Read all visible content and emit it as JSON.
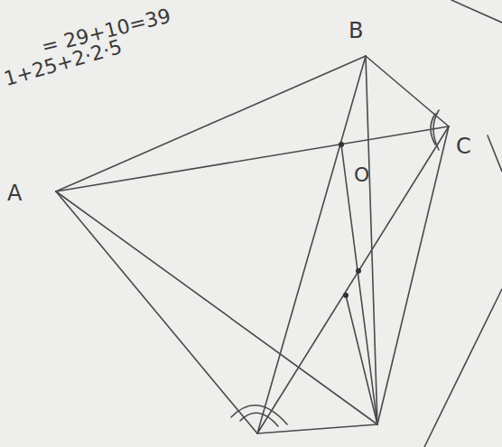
{
  "diagram": {
    "labels": [
      "1+25+2·2·5",
      "= 29+10=39",
      "B",
      "A",
      "C",
      "O"
    ]
  }
}
